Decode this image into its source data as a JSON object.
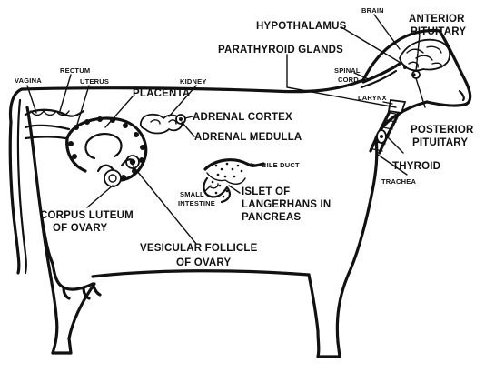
{
  "labels": {
    "brain": "BRAIN",
    "hypothalamus": "HYPOTHALAMUS",
    "anterior_pituitary_1": "ANTERIOR",
    "anterior_pituitary_2": "PITUITARY",
    "parathyroid": "PARATHYROID GLANDS",
    "spinal_cord_1": "SPINAL",
    "spinal_cord_2": "CORD",
    "larynx": "LARYNX",
    "posterior_pituitary_1": "POSTERIOR",
    "posterior_pituitary_2": "PITUITARY",
    "thyroid": "THYROID",
    "trachea": "TRACHEA",
    "vagina": "VAGINA",
    "rectum": "RECTUM",
    "uterus": "UTERUS",
    "placenta": "PLACENTA",
    "kidney": "KIDNEY",
    "adrenal_cortex": "ADRENAL CORTEX",
    "adrenal_medulla": "ADRENAL MEDULLA",
    "bile_duct": "BILE DUCT",
    "small_intestine_1": "SMALL",
    "small_intestine_2": "INTESTINE",
    "islet_1": "ISLET OF",
    "islet_2": "LANGERHANS IN",
    "islet_3": "PANCREAS",
    "corpus_luteum_1": "CORPUS LUTEUM",
    "corpus_luteum_2": "OF OVARY",
    "vesicular_follicle_1": "VESICULAR FOLLICLE",
    "vesicular_follicle_2": "OF OVARY"
  }
}
